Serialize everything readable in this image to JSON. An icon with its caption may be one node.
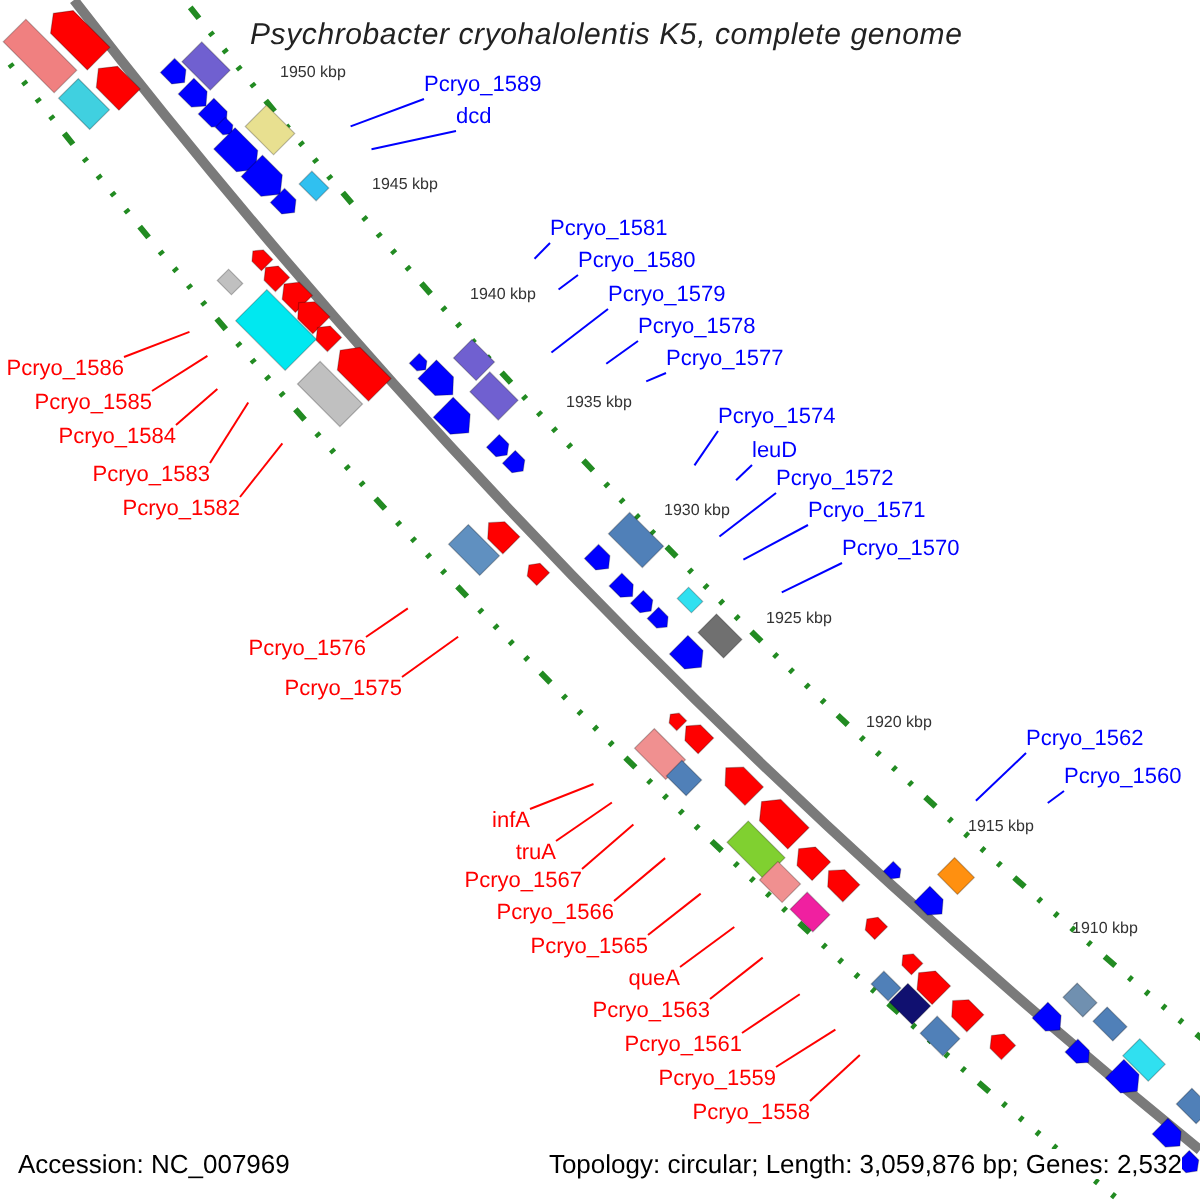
{
  "diagram": {
    "title": "Psychrobacter cryohalolentis K5, complete genome",
    "nodes": [
      {
        "text": [
          "Pcryo_1589"
        ]
      },
      {
        "text": [
          "dcd"
        ]
      },
      {
        "text": [
          "Pcryo_1581"
        ]
      },
      {
        "text": [
          "Pcryo_1580"
        ]
      },
      {
        "text": [
          "Pcryo_1579"
        ]
      },
      {
        "text": [
          "Pcryo_1578"
        ]
      },
      {
        "text": [
          "Pcryo_1577"
        ]
      },
      {
        "text": [
          "Pcryo_1586"
        ]
      },
      {
        "text": [
          "Pcryo_1585"
        ]
      },
      {
        "text": [
          "Pcryo_1584"
        ]
      },
      {
        "text": [
          "Pcryo_1583"
        ]
      },
      {
        "text": [
          "Pcryo_1582"
        ]
      },
      {
        "text": [
          "Pcryo_1574"
        ]
      },
      {
        "text": [
          "leuD"
        ]
      },
      {
        "text": [
          "Pcryo_1572"
        ]
      },
      {
        "text": [
          "Pcryo_1571"
        ]
      },
      {
        "text": [
          "Pcryo_1570"
        ]
      },
      {
        "text": [
          "Pcryo_1576"
        ]
      },
      {
        "text": [
          "Pcryo_1575"
        ]
      },
      {
        "text": [
          "Pcryo_1562"
        ]
      },
      {
        "text": [
          "Pcryo_1560"
        ]
      },
      {
        "text": [
          "infA"
        ]
      },
      {
        "text": [
          "truA"
        ]
      },
      {
        "text": [
          "Pcryo_1567"
        ]
      },
      {
        "text": [
          "Pcryo_1566"
        ]
      },
      {
        "text": [
          "Pcryo_1565"
        ]
      },
      {
        "text": [
          "queA"
        ]
      },
      {
        "text": [
          "Pcryo_1563"
        ]
      },
      {
        "text": [
          "Pcryo_1561"
        ]
      },
      {
        "text": [
          "Pcryo_1559"
        ]
      },
      {
        "text": [
          "Pcryo_1558"
        ]
      }
    ],
    "edges": [
      {
        "from": 0,
        "to": null,
        "arrow": "none",
        "color": "#0000ff"
      },
      {
        "from": 1,
        "to": null,
        "arrow": "none",
        "color": "#0000ff"
      },
      {
        "from": 2,
        "to": null,
        "arrow": "none",
        "color": "#0000ff"
      },
      {
        "from": 3,
        "to": null,
        "arrow": "none",
        "color": "#0000ff"
      },
      {
        "from": 4,
        "to": null,
        "arrow": "none",
        "color": "#0000ff"
      },
      {
        "from": 5,
        "to": null,
        "arrow": "none",
        "color": "#0000ff"
      },
      {
        "from": 6,
        "to": null,
        "arrow": "none",
        "color": "#0000ff"
      },
      {
        "from": 7,
        "to": null,
        "arrow": "none"
      },
      {
        "from": 8,
        "to": null,
        "arrow": "none"
      },
      {
        "from": 9,
        "to": null,
        "arrow": "none"
      },
      {
        "from": 10,
        "to": null,
        "arrow": "none"
      },
      {
        "from": 11,
        "to": null,
        "arrow": "none"
      },
      {
        "from": 12,
        "to": null,
        "arrow": "none",
        "color": "#0000ff"
      },
      {
        "from": 13,
        "to": null,
        "arrow": "none",
        "color": "#0000ff"
      },
      {
        "from": 14,
        "to": null,
        "arrow": "none",
        "color": "#0000ff"
      },
      {
        "from": 15,
        "to": null,
        "arrow": "none",
        "color": "#0000ff"
      },
      {
        "from": 16,
        "to": null,
        "arrow": "none",
        "color": "#0000ff"
      },
      {
        "from": 17,
        "to": null,
        "arrow": "none"
      },
      {
        "from": 18,
        "to": null,
        "arrow": "none"
      },
      {
        "from": 19,
        "to": null,
        "arrow": "none",
        "color": "#0000ff"
      },
      {
        "from": 20,
        "to": null,
        "arrow": "none",
        "color": "#0000ff"
      },
      {
        "from": 21,
        "to": null,
        "arrow": "none"
      },
      {
        "from": 22,
        "to": null,
        "arrow": "none"
      },
      {
        "from": 23,
        "to": null,
        "arrow": "none"
      },
      {
        "from": 24,
        "to": null,
        "arrow": "none"
      },
      {
        "from": 25,
        "to": null,
        "arrow": "none"
      },
      {
        "from": 26,
        "to": null,
        "arrow": "none"
      },
      {
        "from": 27,
        "to": null,
        "arrow": "none"
      },
      {
        "from": 28,
        "to": null,
        "arrow": "none"
      },
      {
        "from": 29,
        "to": null,
        "arrow": "none"
      },
      {
        "from": 30,
        "to": null,
        "arrow": "none"
      }
    ],
    "labels": [
      "1950 kbp",
      "1945 kbp",
      "1940 kbp",
      "1935 kbp",
      "1930 kbp",
      "1925 kbp",
      "1920 kbp",
      "1915 kbp",
      "1910 kbp",
      "Accession: NC_007969",
      "Topology: circular; Length: 3,059,876 bp; Genes: 2,532"
    ]
  }
}
